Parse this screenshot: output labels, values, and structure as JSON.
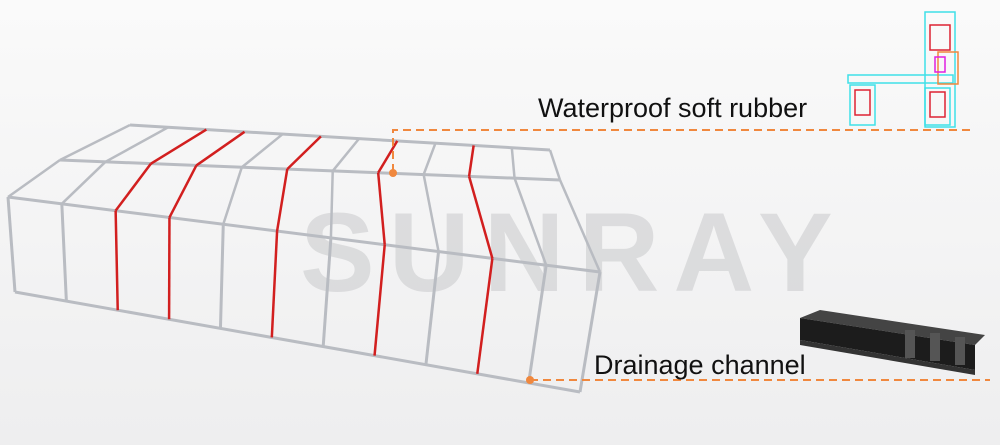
{
  "watermark": "SUNRAY",
  "labels": {
    "waterproof": "Waterproof soft rubber",
    "drainage": "Drainage channel"
  },
  "colors": {
    "accent": "#f0883e",
    "seal": "#d21f1f",
    "frame": "#b9bcc2"
  }
}
